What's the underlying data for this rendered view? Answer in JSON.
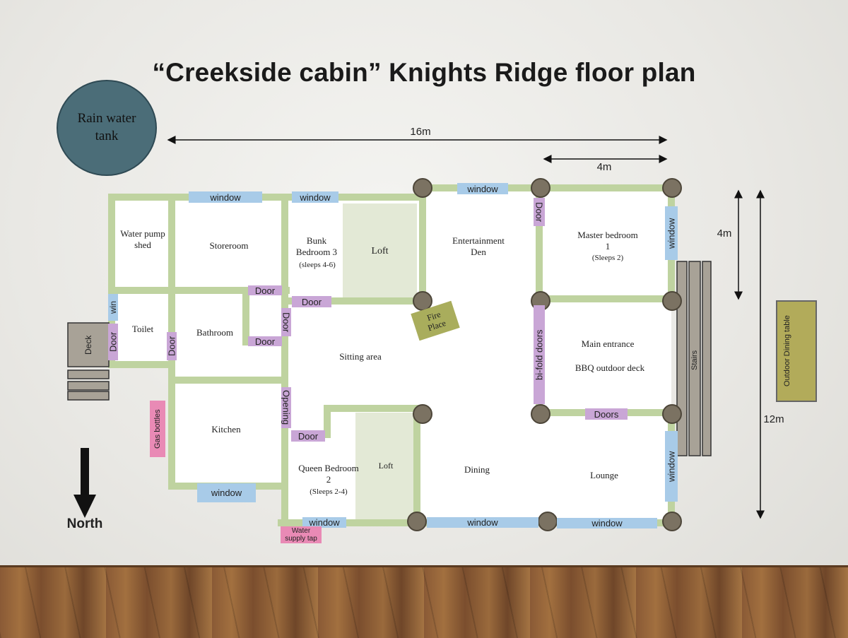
{
  "title": "“Creekside cabin” Knights Ridge floor plan",
  "rain_tank": "Rain water tank",
  "dimensions": {
    "width_total": "16m",
    "room_width": "4m",
    "room_depth": "4m",
    "depth_total": "12m"
  },
  "rooms": {
    "water_pump_shed": "Water pump shed",
    "storeroom": "Storeroom",
    "bunk_bedroom": "Bunk Bedroom 3",
    "bunk_sleeps": "(sleeps 4-6)",
    "loft_top": "Loft",
    "entertainment_den": "Entertainment Den",
    "master_bedroom": "Master bedroom 1",
    "master_sleeps": "(Sleeps 2)",
    "toilet": "Toilet",
    "bathroom": "Bathroom",
    "sitting_area": "Sitting area",
    "main_entrance": "Main entrance",
    "bbq_deck": "BBQ outdoor deck",
    "kitchen": "Kitchen",
    "queen_bedroom": "Queen Bedroom 2",
    "queen_sleeps": "(Sleeps 2-4)",
    "loft_bottom": "Loft",
    "dining": "Dining",
    "lounge": "Lounge",
    "deck": "Deck",
    "fire_place": "Fire Place",
    "stairs": "Stairs",
    "outdoor_dining": "Outdoor Dining table",
    "north": "North"
  },
  "labels": {
    "window": "window",
    "win": "win",
    "door": "Door",
    "doors": "Doors",
    "opening": "Opening",
    "bifold": "bi-fold doors",
    "gas_bottles": "Gas bottles",
    "water_tap": "Water supply tap"
  },
  "colors": {
    "wall": "#bfd3a0",
    "window": "#a8cbe8",
    "door": "#c9a6d6",
    "tank": "#4b6d78",
    "fireplace": "#a9ad5c",
    "outdoor_table": "#b2ab5a"
  }
}
